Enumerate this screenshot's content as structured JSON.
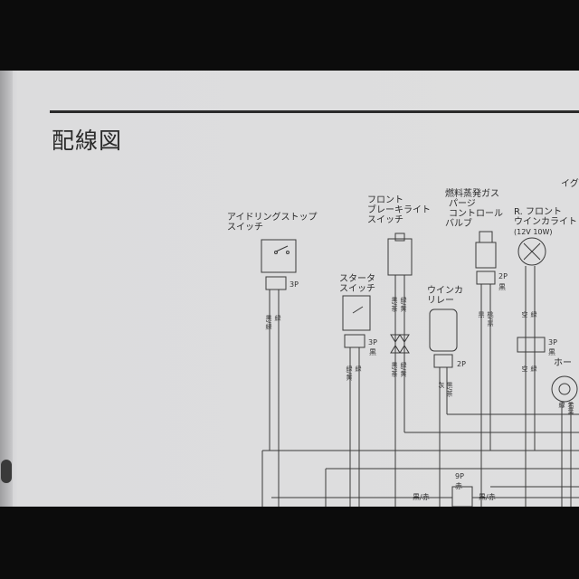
{
  "page": {
    "title": "配線図"
  },
  "components": {
    "idle_stop_switch": {
      "label_1": "アイドリングストップ",
      "label_2": "スイッチ",
      "connector": "3P",
      "wire_tags": [
        "黒/緑",
        "緑"
      ]
    },
    "front_brake_switch": {
      "label_1": "フロント",
      "label_2": "ブレーキライト",
      "label_3": "スイッチ",
      "wire_tags": [
        "黒/茶",
        "緑/黄"
      ]
    },
    "purge_valve": {
      "label_1": "燃料蒸発ガス",
      "label_2": "パージ",
      "label_3": "コントロール",
      "label_4": "バルブ",
      "connector": "2P",
      "connector_color": "黒",
      "wire_tags": [
        "黒",
        "桃/黒"
      ]
    },
    "front_winker": {
      "label_1": "R. フロント",
      "label_2": "ウインカライト",
      "rating": "(12V 10W)",
      "connector": "3P",
      "connector_color": "黒",
      "wire_tags": [
        "空",
        "緑"
      ]
    },
    "ignition": {
      "label_partial": "イグ"
    },
    "starter_switch": {
      "label_1": "スタータ",
      "label_2": "スイッチ",
      "connector": "3P",
      "connector_color": "黒",
      "wire_tags": [
        "緑/黄",
        "緑"
      ]
    },
    "winker_relay": {
      "label_1": "ウインカ",
      "label_2": "リレー",
      "connector": "2P",
      "wire_tags": [
        "灰",
        "黒/茶"
      ]
    },
    "horn": {
      "label_partial": "ホー",
      "wire_tags": [
        "緑",
        "若葉"
      ]
    },
    "joint_connector": {
      "connector": "9P",
      "connector_color": "赤"
    }
  },
  "bus_labels": [
    "黒/赤",
    "黒/赤"
  ],
  "colors": {
    "paper": "#dedede",
    "ink": "#2b2b2b",
    "background": "#0c0c0c"
  }
}
